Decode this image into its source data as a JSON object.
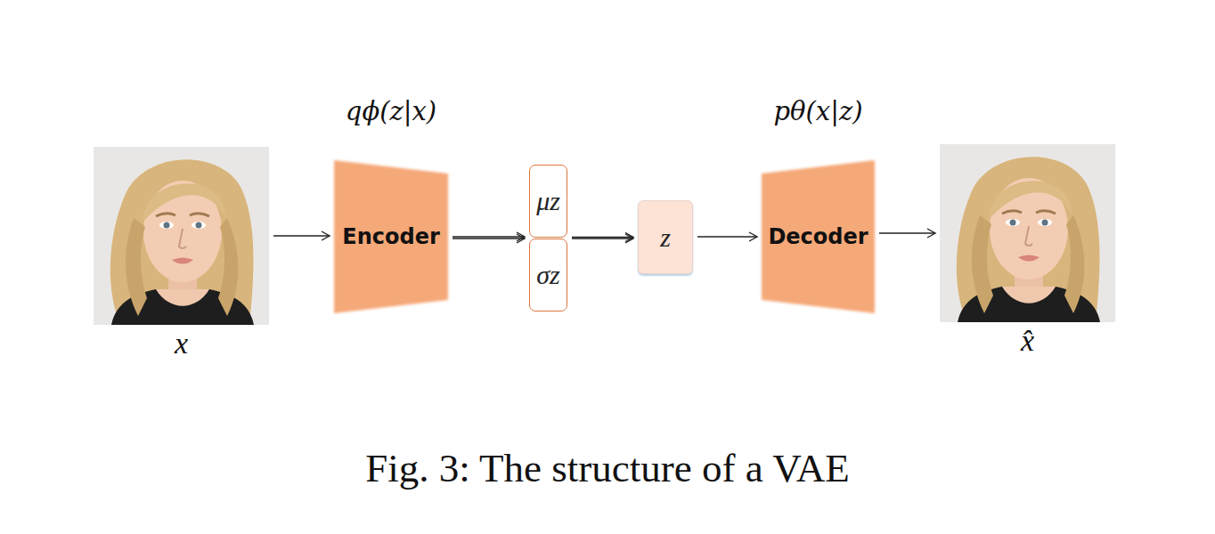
{
  "diagram": {
    "caption": "Fig. 3: The structure of a VAE",
    "nodes": [
      {
        "text": [
          "x"
        ]
      },
      {
        "text": [
          "qϕ(z|x)",
          "Encoder"
        ]
      },
      {
        "text": [
          "μz"
        ]
      },
      {
        "text": [
          "σz"
        ]
      },
      {
        "text": [
          "z"
        ]
      },
      {
        "text": [
          "pθ(x|z)",
          "Decoder"
        ]
      },
      {
        "text": [
          "x̂"
        ]
      }
    ],
    "edges": [
      {
        "from": 0,
        "to": 1,
        "arrow": "to"
      },
      {
        "from": 1,
        "to": 2,
        "arrow": "to"
      },
      {
        "from": 1,
        "to": 3,
        "arrow": "to"
      },
      {
        "from": 2,
        "to": 4,
        "arrow": "to"
      },
      {
        "from": 3,
        "to": 4,
        "arrow": "to"
      },
      {
        "from": 4,
        "to": 5,
        "arrow": "to"
      },
      {
        "from": 5,
        "to": 6,
        "arrow": "to"
      }
    ]
  }
}
